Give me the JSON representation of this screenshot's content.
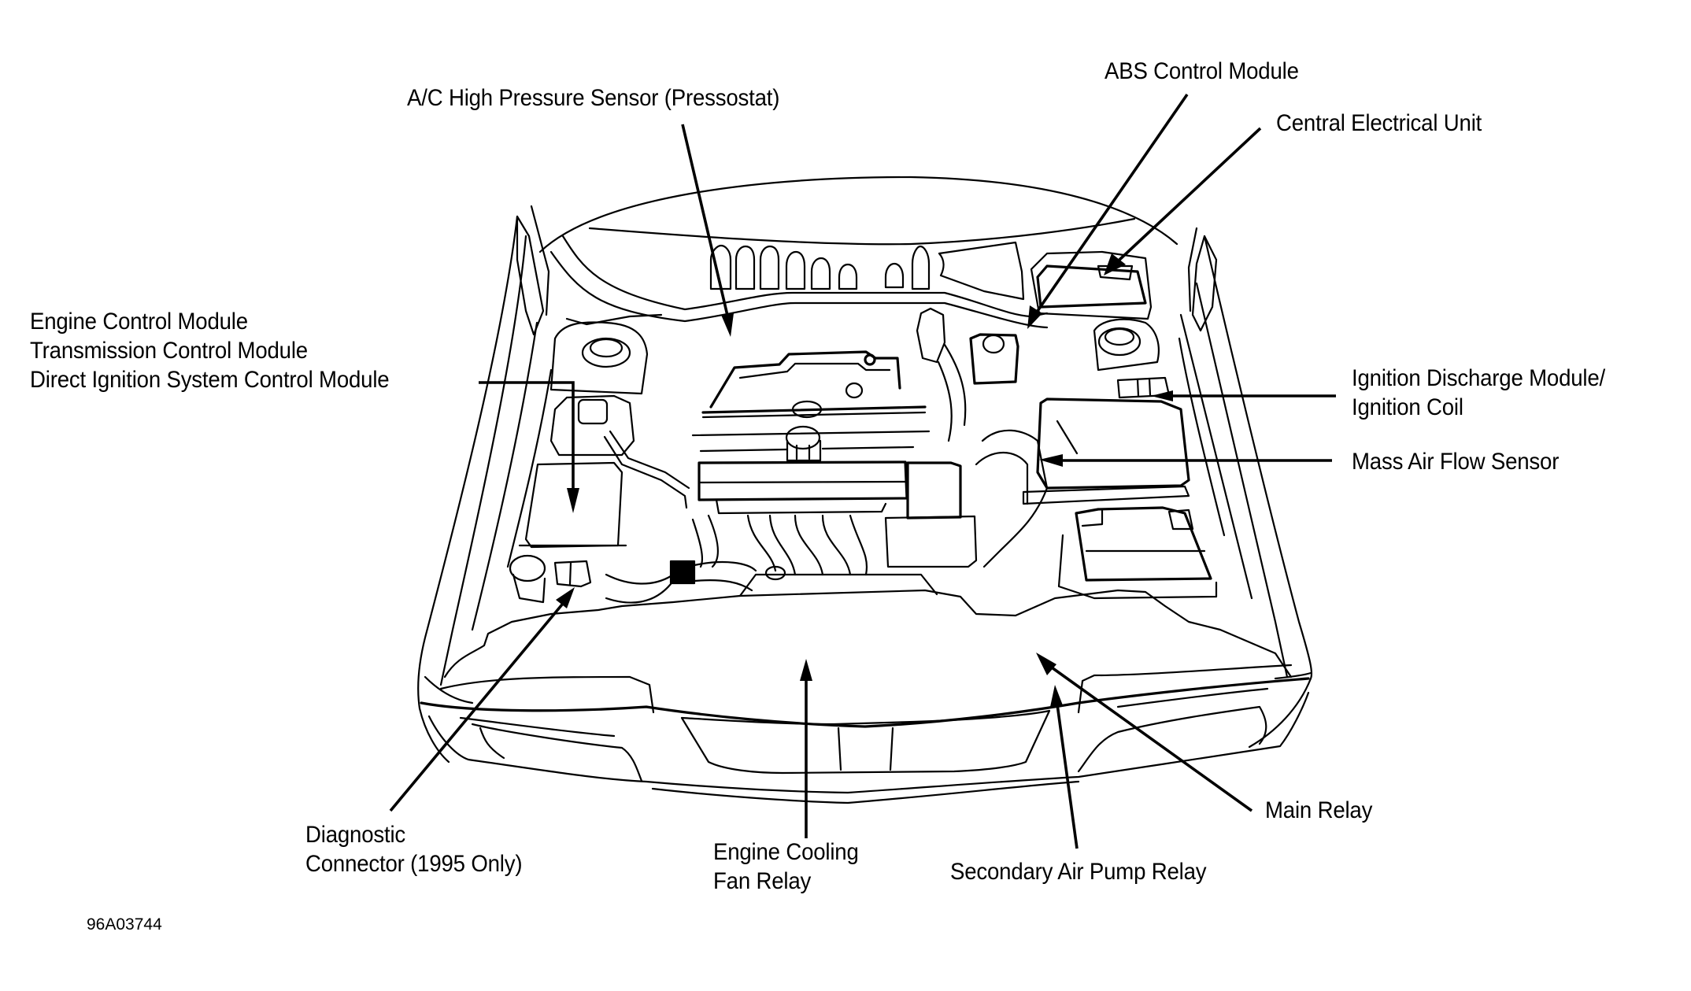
{
  "figure": {
    "id": "96A03744",
    "subject": "Engine compartment component locator"
  },
  "labels": {
    "ac_sensor": "A/C High Pressure Sensor (Pressostat)",
    "abs_module": "ABS Control Module",
    "central_electrical_unit": "Central Electrical Unit",
    "control_modules": {
      "line1": "Engine Control Module",
      "line2": "Transmission Control Module",
      "line3": "Direct Ignition System Control Module"
    },
    "ignition_module": {
      "line1": "Ignition Discharge Module/",
      "line2": "Ignition Coil"
    },
    "maf_sensor": "Mass Air Flow Sensor",
    "diagnostic_connector": {
      "line1": "Diagnostic",
      "line2": "Connector (1995 Only)"
    },
    "cooling_fan_relay": {
      "line1": "Engine Cooling",
      "line2": "Fan Relay"
    },
    "secondary_air_pump_relay": "Secondary Air Pump Relay",
    "main_relay": "Main Relay"
  }
}
